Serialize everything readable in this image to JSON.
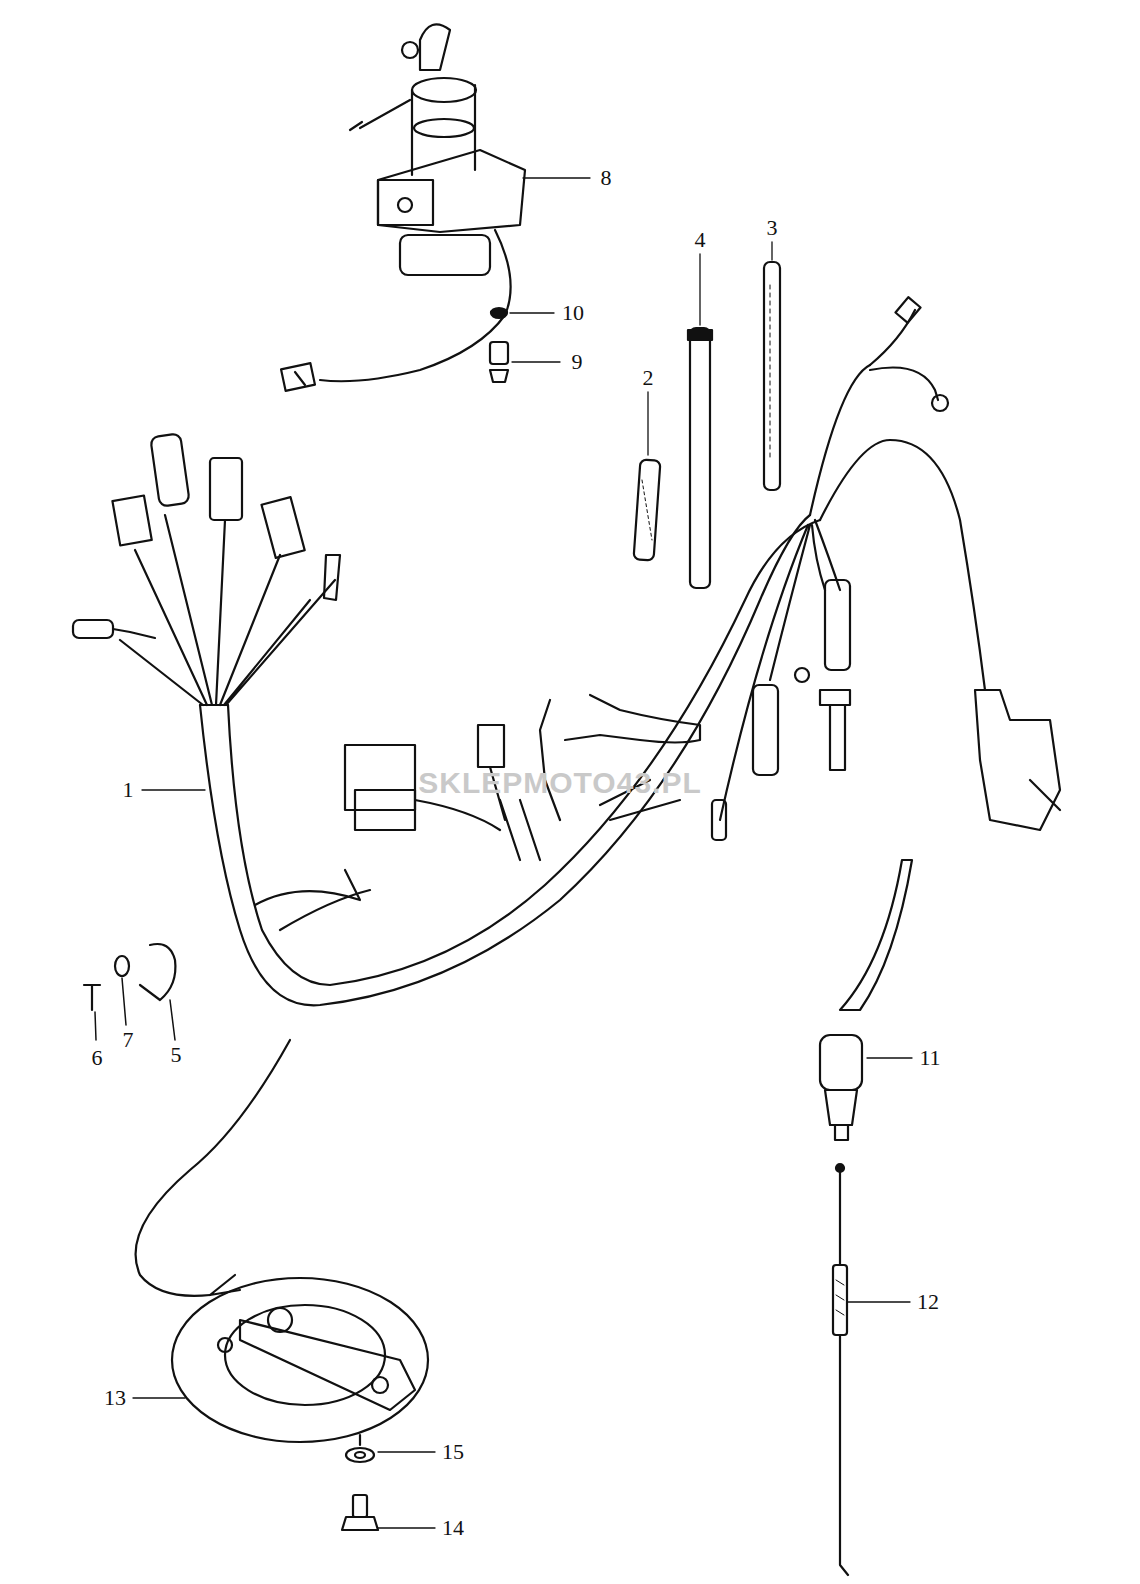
{
  "diagram": {
    "labels": [
      "8",
      "3",
      "4",
      "10",
      "9",
      "2",
      "1",
      "SKLEPMOTO43.PL",
      "6",
      "7",
      "5",
      "11",
      "12",
      "13",
      "15",
      "14"
    ]
  }
}
